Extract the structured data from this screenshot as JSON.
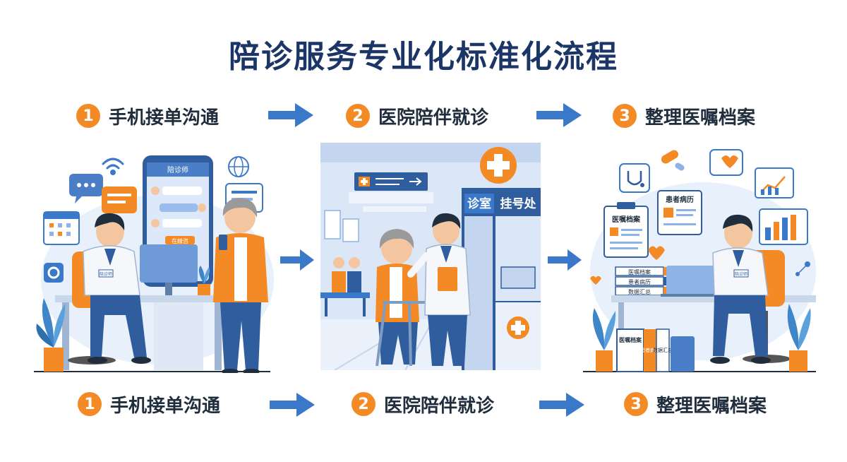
{
  "title": "陪诊服务专业化标准化流程",
  "steps_top": [
    {
      "num": "1",
      "label": "手机接单沟通"
    },
    {
      "num": "2",
      "label": "医院陪伴就诊"
    },
    {
      "num": "3",
      "label": "整理医嘱档案"
    }
  ],
  "steps_bottom": [
    {
      "num": "1",
      "label": "手机接单沟通"
    },
    {
      "num": "2",
      "label": "医院陪伴就诊"
    },
    {
      "num": "3",
      "label": "整理医嘱档案"
    }
  ],
  "panel1": {
    "phone_header": "陪诊师",
    "phone_button": "在線咨",
    "badge": "陪诊师"
  },
  "panel2": {
    "sign_consult": "诊室",
    "sign_register": "挂号处"
  },
  "panel3": {
    "doc1": "医嘱档案",
    "doc2": "患者病历",
    "stack1": "医嘱档案",
    "stack2": "患者病历",
    "stack3": "数据汇总",
    "folder1": "医嘱档案",
    "folder2": "患者病历",
    "folder3": "数据汇总",
    "badge": "陪诊师"
  },
  "colors": {
    "title": "#1a3566",
    "accent_orange": "#f38a25",
    "arrow_blue": "#3a78c9",
    "uniform_blue": "#2f5d9e"
  }
}
